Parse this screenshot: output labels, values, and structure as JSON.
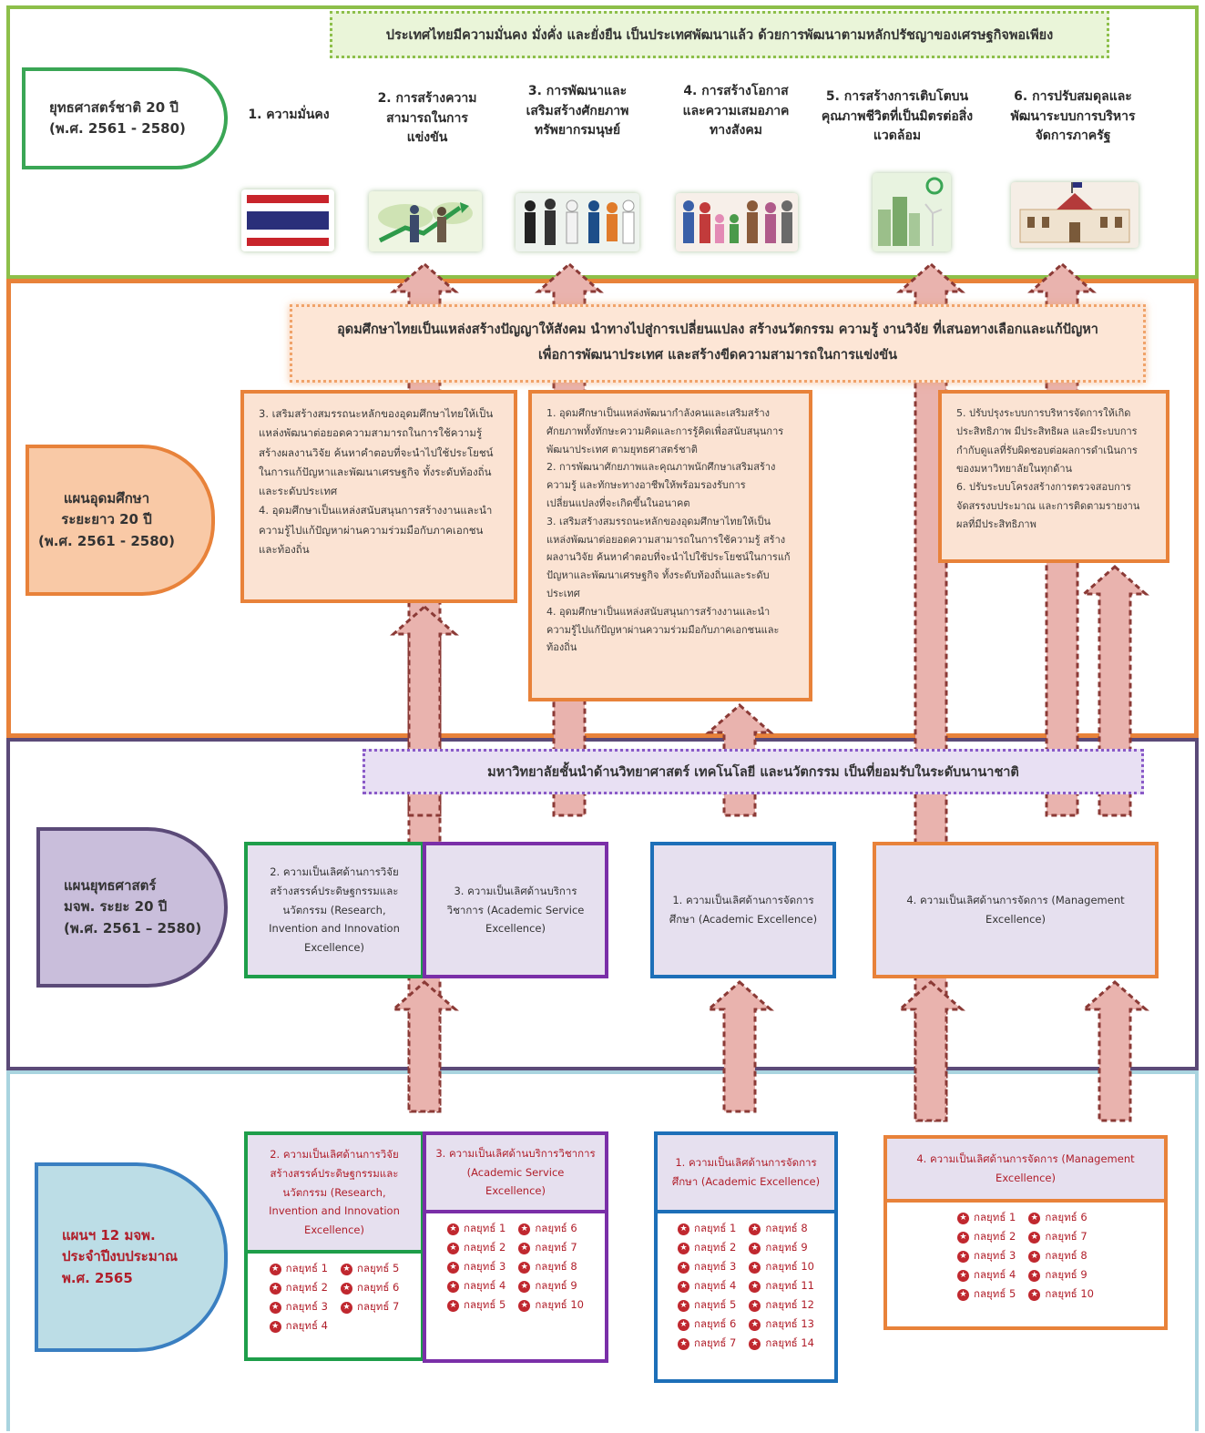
{
  "national": {
    "vision": "ประเทศไทยมีความมั่นคง มั่งคั่ง และยั่งยืน เป็นประเทศพัฒนาแล้ว ด้วยการพัฒนาตามหลักปรัชญาของเศรษฐกิจพอเพียง",
    "badge_line1": "ยุทธศาสตร์ชาติ 20 ปี",
    "badge_line2": "(พ.ศ. 2561 - 2580)",
    "strategies": [
      {
        "label": "1. ความมั่นคง",
        "icon": "thai-flag-icon"
      },
      {
        "label": "2. การสร้างความสามารถในการแข่งขัน",
        "icon": "business-growth-icon"
      },
      {
        "label": "3. การพัฒนาและเสริมสร้างศักยภาพทรัพยากรมนุษย์",
        "icon": "professionals-icon"
      },
      {
        "label": "4. การสร้างโอกาสและความเสมอภาคทางสังคม",
        "icon": "family-icon"
      },
      {
        "label": "5. การสร้างการเติบโตบนคุณภาพชีวิตที่เป็นมิตรต่อสิ่งแวดล้อม",
        "icon": "green-city-icon"
      },
      {
        "label": "6. การปรับสมดุลและพัฒนาระบบการบริหารจัดการภาครัฐ",
        "icon": "government-building-icon"
      }
    ]
  },
  "higher_ed": {
    "badge_line1": "แผนอุดมศึกษา",
    "badge_line2": "ระยะยาว 20 ปี",
    "badge_line3": "(พ.ศ. 2561 - 2580)",
    "vision_line1": "อุดมศึกษาไทยเป็นแหล่งสร้างปัญญาให้สังคม นำทางไปสู่การเปลี่ยนแปลง สร้างนวัตกรรม ความรู้ งานวิจัย ที่เสนอทางเลือกและแก้ปัญหา",
    "vision_line2": "เพื่อการพัฒนาประเทศ และสร้างขีดความสามารถในการแข่งขัน",
    "box_left": "3. เสริมสร้างสมรรถนะหลักของอุดมศึกษาไทยให้เป็นแหล่งพัฒนาต่อยอดความสามารถในการใช้ความรู้ สร้างผลงานวิจัย ค้นหาคำตอบที่จะนำไปใช้ประโยชน์ในการแก้ปัญหาและพัฒนาเศรษฐกิจ ทั้งระดับท้องถิ่นและระดับประเทศ\n4. อุดมศึกษาเป็นแหล่งสนับสนุนการสร้างงานและนำความรู้ไปแก้ปัญหาผ่านความร่วมมือกับภาคเอกชนและท้องถิ่น",
    "box_middle": "1. อุดมศึกษาเป็นแหล่งพัฒนากำลังคนและเสริมสร้างศักยภาพทั้งทักษะความคิดและการรู้คิดเพื่อสนับสนุนการพัฒนาประเทศ ตามยุทธศาสตร์ชาติ\n2. การพัฒนาศักยภาพและคุณภาพนักศึกษาเสริมสร้างความรู้ และทักษะทางอาชีพให้พร้อมรองรับการเปลี่ยนแปลงที่จะเกิดขึ้นในอนาคต\n3. เสริมสร้างสมรรถนะหลักของอุดมศึกษาไทยให้เป็นแหล่งพัฒนาต่อยอดความสามารถในการใช้ความรู้ สร้างผลงานวิจัย ค้นหาคำตอบที่จะนำไปใช้ประโยชน์ในการแก้ปัญหาและพัฒนาเศรษฐกิจ ทั้งระดับท้องถิ่นและระดับประเทศ\n4. อุดมศึกษาเป็นแหล่งสนับสนุนการสร้างงานและนำความรู้ไปแก้ปัญหาผ่านความร่วมมือกับภาคเอกชนและท้องถิ่น",
    "box_right": "5. ปรับปรุงระบบการบริหารจัดการให้เกิดประสิทธิภาพ มีประสิทธิผล และมีระบบการกำกับดูแลที่รับผิดชอบต่อผลการดำเนินการของมหาวิทยาลัยในทุกด้าน\n6. ปรับระบบโครงสร้างการตรวจสอบการจัดสรรงบประมาณ และการติดตามรายงานผลที่มีประสิทธิภาพ"
  },
  "university_strategy": {
    "badge_line1": "แผนยุทธศาสตร์",
    "badge_line2": "มจพ. ระยะ 20 ปี",
    "badge_line3": "(พ.ศ. 2561 – 2580)",
    "vision": "มหาวิทยาลัยชั้นนำด้านวิทยาศาสตร์ เทคโนโลยี และนวัตกรรม เป็นที่ยอมรับในระดับนานาชาติ",
    "excellence": [
      "2. ความเป็นเลิศด้านการวิจัย สร้างสรรค์ประดิษฐกรรมและนวัตกรรม (Research, Invention and Innovation Excellence)",
      "3. ความเป็นเลิศด้านบริการวิชาการ (Academic Service Excellence)",
      "1. ความเป็นเลิศด้านการจัดการศึกษา (Academic Excellence)",
      "4. ความเป็นเลิศด้านการจัดการ (Management Excellence)"
    ]
  },
  "annual_plan": {
    "badge_line1": "แผนฯ 12 มจพ.",
    "badge_line2": "ประจำปีงบประมาณ",
    "badge_line3": "พ.ศ. 2565",
    "groups": [
      {
        "title": "2. ความเป็นเลิศด้านการวิจัย สร้างสรรค์ประดิษฐกรรมและนวัตกรรม (Research, Invention and Innovation Excellence)",
        "items": [
          "กลยุทธ์ 1",
          "กลยุทธ์ 5",
          "กลยุทธ์ 2",
          "กลยุทธ์ 6",
          "กลยุทธ์ 3",
          "กลยุทธ์ 7",
          "กลยุทธ์ 4"
        ]
      },
      {
        "title": "3. ความเป็นเลิศด้านบริการวิชาการ (Academic Service Excellence)",
        "items": [
          "กลยุทธ์ 1",
          "กลยุทธ์ 6",
          "กลยุทธ์ 2",
          "กลยุทธ์ 7",
          "กลยุทธ์ 3",
          "กลยุทธ์ 8",
          "กลยุทธ์ 4",
          "กลยุทธ์ 9",
          "กลยุทธ์ 5",
          "กลยุทธ์ 10"
        ]
      },
      {
        "title": "1. ความเป็นเลิศด้านการจัดการศึกษา (Academic Excellence)",
        "items": [
          "กลยุทธ์ 1",
          "กลยุทธ์ 8",
          "กลยุทธ์ 2",
          "กลยุทธ์ 9",
          "กลยุทธ์ 3",
          "กลยุทธ์ 10",
          "กลยุทธ์ 4",
          "กลยุทธ์ 11",
          "กลยุทธ์ 5",
          "กลยุทธ์ 12",
          "กลยุทธ์ 6",
          "กลยุทธ์ 13",
          "กลยุทธ์ 7",
          "กลยุทธ์ 14"
        ]
      },
      {
        "title": "4. ความเป็นเลิศด้านการจัดการ (Management Excellence)",
        "items": [
          "กลยุทธ์ 1",
          "กลยุทธ์ 6",
          "กลยุทธ์ 2",
          "กลยุทธ์ 7",
          "กลยุทธ์ 3",
          "กลยุทธ์ 8",
          "กลยุทธ์ 4",
          "กลยุทธ์ 9",
          "กลยุทธ์ 5",
          "กลยุทธ์ 10"
        ]
      }
    ]
  },
  "colors": {
    "band1": "#8dbf4a",
    "band2": "#e8823a",
    "band3": "#5b4a78",
    "band4": "#a9d4df",
    "green_badge": "#3aa655",
    "orange_badge": "#f9c9a6",
    "purple_badge": "#c9bedb",
    "blue_badge": "#bcdde6",
    "arrow_fill": "#e9b3ae",
    "arrow_stroke": "#8b3a36",
    "box_green": "#1e9e4a",
    "box_purple": "#7a2fa8",
    "box_blue": "#1d6fb8",
    "box_orange": "#e8823a",
    "strategy_red": "#b01e2a"
  }
}
